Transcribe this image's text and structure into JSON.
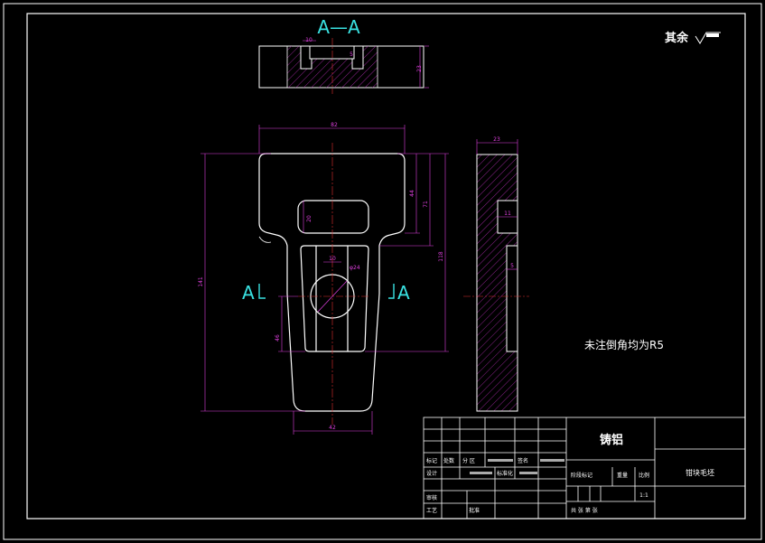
{
  "section_label": "A—A",
  "roughness_note": "其余",
  "view_markers": {
    "left": "A",
    "right": "A"
  },
  "note": "未注倒角均为R5",
  "dimensions": {
    "top_width": "82",
    "bottom_width": "42",
    "overall_height": "141",
    "right_height_outer": "118",
    "right_height_mid": "71",
    "right_height_inner": "44",
    "slot_height": "20",
    "hole_diameter": "φ24",
    "hole_offset": "10",
    "lower_height": "46",
    "side_width": "23",
    "side_depth_1": "11",
    "side_depth_2": "5",
    "section_height": "23",
    "section_dim_a": "10",
    "section_dim_b": "5"
  },
  "title_block": {
    "material": "铸铝",
    "part_name": "钳块毛坯",
    "scale_value": "1:1",
    "labels": {
      "mark": "标记",
      "count": "处数",
      "zone": "分 区",
      "sign": "签名",
      "design": "设计",
      "standardize": "标准化",
      "stage_mark": "阶段标记",
      "weight": "重量",
      "scale": "比例",
      "review": "审核",
      "process": "工艺",
      "approve": "批准",
      "sheets": "共    张    第    张"
    }
  }
}
